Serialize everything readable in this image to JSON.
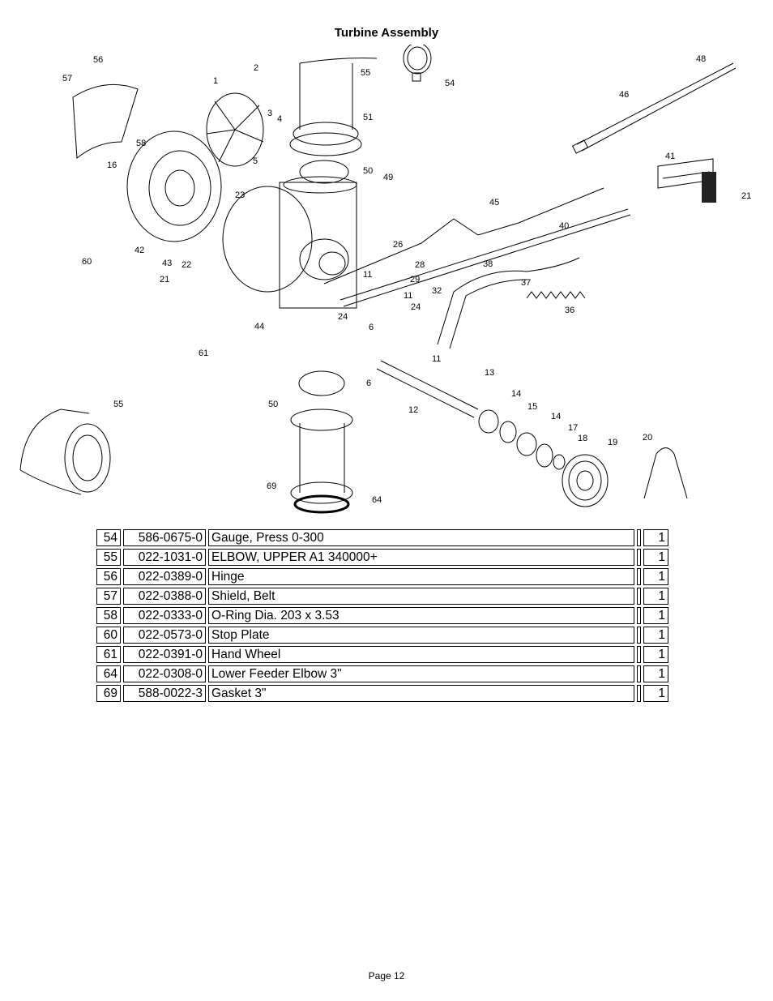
{
  "page": {
    "title": "Turbine Assembly",
    "footer": "Page 12"
  },
  "callouts": [
    "1",
    "2",
    "3",
    "4",
    "5",
    "6",
    "6",
    "11",
    "11",
    "11",
    "12",
    "13",
    "14",
    "14",
    "15",
    "16",
    "17",
    "18",
    "19",
    "20",
    "21",
    "21",
    "22",
    "23",
    "24",
    "24",
    "26",
    "28",
    "29",
    "32",
    "36",
    "37",
    "38",
    "40",
    "41",
    "42",
    "43",
    "44",
    "45",
    "46",
    "48",
    "49",
    "50",
    "50",
    "51",
    "54",
    "55",
    "55",
    "56",
    "57",
    "58",
    "60",
    "61",
    "64",
    "69"
  ],
  "parts_table": {
    "rows": [
      {
        "ref": "54",
        "part_no": "586-0675-0",
        "description": "Gauge, Press 0-300",
        "qty": "1"
      },
      {
        "ref": "55",
        "part_no": "022-1031-0",
        "description": "ELBOW, UPPER A1 340000+",
        "qty": "1"
      },
      {
        "ref": "56",
        "part_no": "022-0389-0",
        "description": "Hinge",
        "qty": "1"
      },
      {
        "ref": "57",
        "part_no": "022-0388-0",
        "description": "Shield, Belt",
        "qty": "1"
      },
      {
        "ref": "58",
        "part_no": "022-0333-0",
        "description": "O-Ring Dia. 203 x 3.53",
        "qty": "1"
      },
      {
        "ref": "60",
        "part_no": "022-0573-0",
        "description": "Stop Plate",
        "qty": "1"
      },
      {
        "ref": "61",
        "part_no": "022-0391-0",
        "description": "Hand Wheel",
        "qty": "1"
      },
      {
        "ref": "64",
        "part_no": "022-0308-0",
        "description": "Lower Feeder Elbow 3\"",
        "qty": "1"
      },
      {
        "ref": "69",
        "part_no": "588-0022-3",
        "description": "Gasket 3\"",
        "qty": "1"
      }
    ]
  }
}
